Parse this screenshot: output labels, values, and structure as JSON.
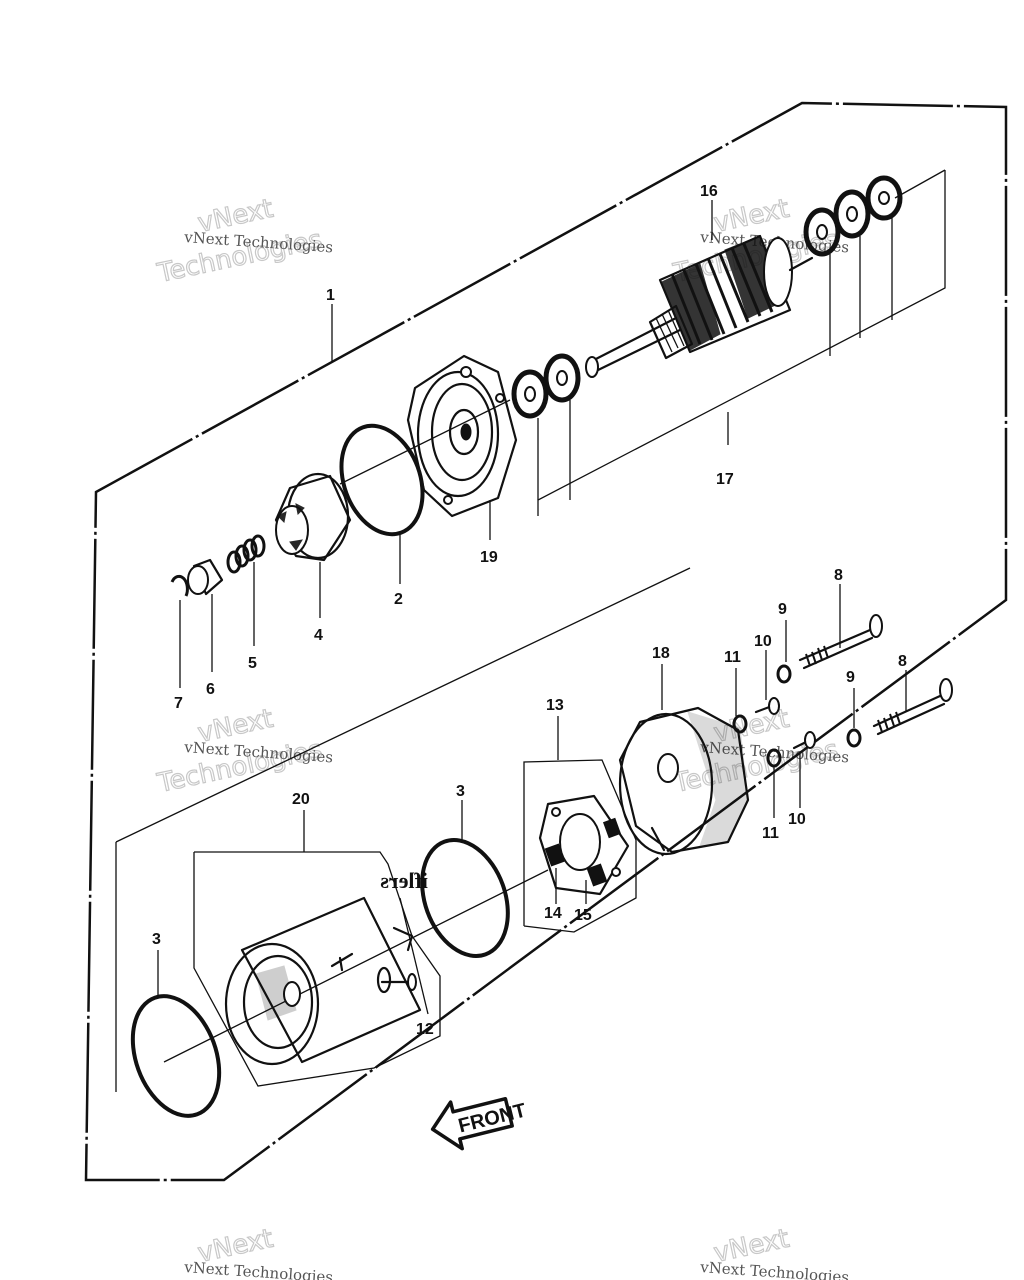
{
  "watermarks": {
    "small": "vNext Technologies",
    "big_line1": "vNext",
    "big_line2": "Technologies"
  },
  "part_labels": [
    {
      "id": "p1",
      "text": "1"
    },
    {
      "id": "p2",
      "text": "2"
    },
    {
      "id": "p3a",
      "text": "3"
    },
    {
      "id": "p3b",
      "text": "3"
    },
    {
      "id": "p4",
      "text": "4"
    },
    {
      "id": "p5",
      "text": "5"
    },
    {
      "id": "p6",
      "text": "6"
    },
    {
      "id": "p7",
      "text": "7"
    },
    {
      "id": "p8a",
      "text": "8"
    },
    {
      "id": "p8b",
      "text": "8"
    },
    {
      "id": "p9a",
      "text": "9"
    },
    {
      "id": "p9b",
      "text": "9"
    },
    {
      "id": "p10a",
      "text": "10"
    },
    {
      "id": "p10b",
      "text": "10"
    },
    {
      "id": "p11a",
      "text": "11"
    },
    {
      "id": "p11b",
      "text": "11"
    },
    {
      "id": "p12",
      "text": "12"
    },
    {
      "id": "p13",
      "text": "13"
    },
    {
      "id": "p14",
      "text": "14"
    },
    {
      "id": "p15",
      "text": "15"
    },
    {
      "id": "p16",
      "text": "16"
    },
    {
      "id": "p17",
      "text": "17"
    },
    {
      "id": "p18",
      "text": "18"
    },
    {
      "id": "p19",
      "text": "19"
    },
    {
      "id": "p20",
      "text": "20"
    }
  ],
  "front_arrow_label": "FRONT",
  "mirrored_text": "iflers"
}
